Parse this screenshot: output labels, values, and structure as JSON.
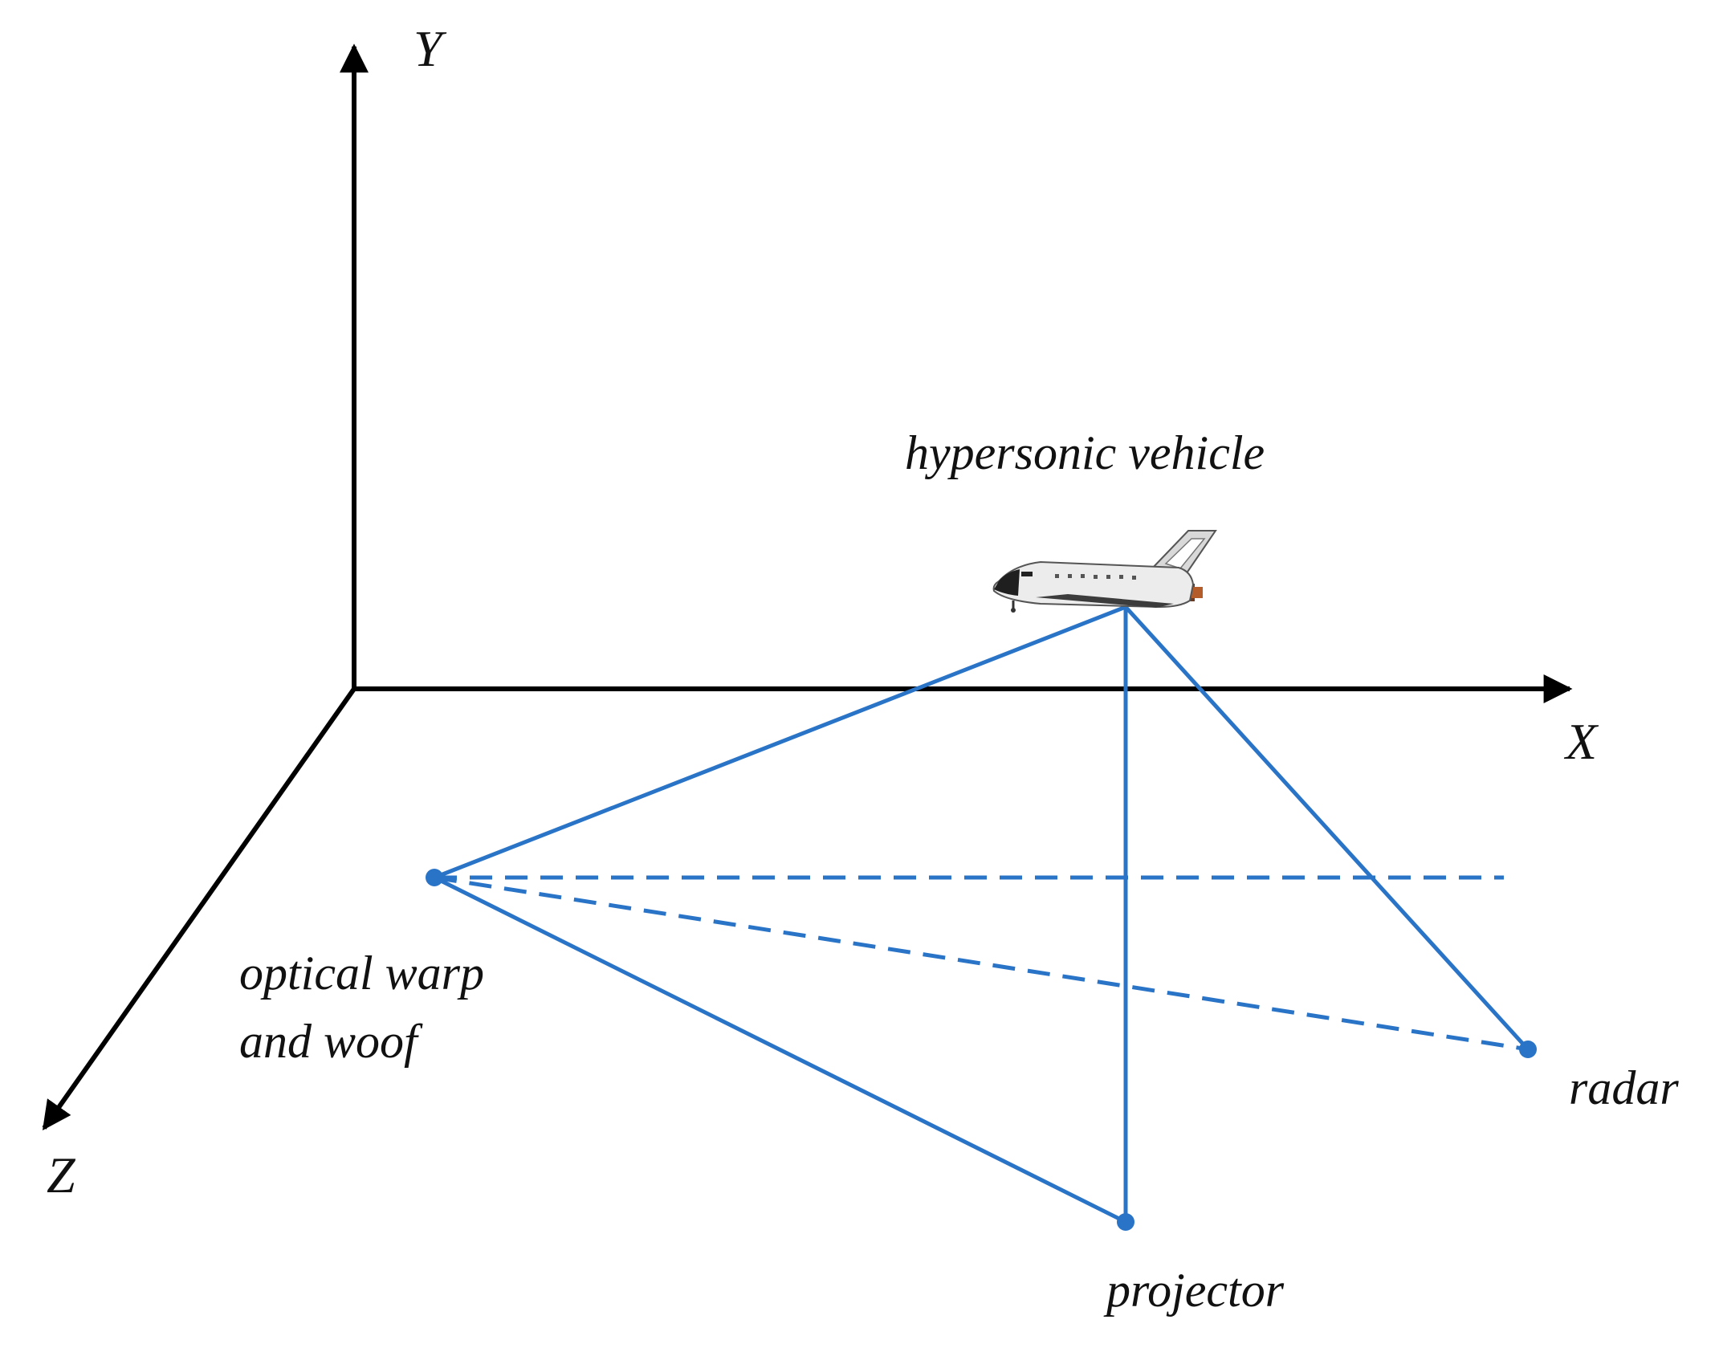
{
  "colors": {
    "axis": "#000000",
    "measurement_line": "#2a74c8",
    "background": "#ffffff"
  },
  "axes": {
    "x_label": "X",
    "y_label": "Y",
    "z_label": "Z"
  },
  "objects": {
    "vehicle_label": "hypersonic vehicle",
    "vehicle_icon": "space-shuttle-icon",
    "optical_label_line1": "optical warp",
    "optical_label_line2": "and woof",
    "radar_label": "radar",
    "projector_label": "projector"
  }
}
